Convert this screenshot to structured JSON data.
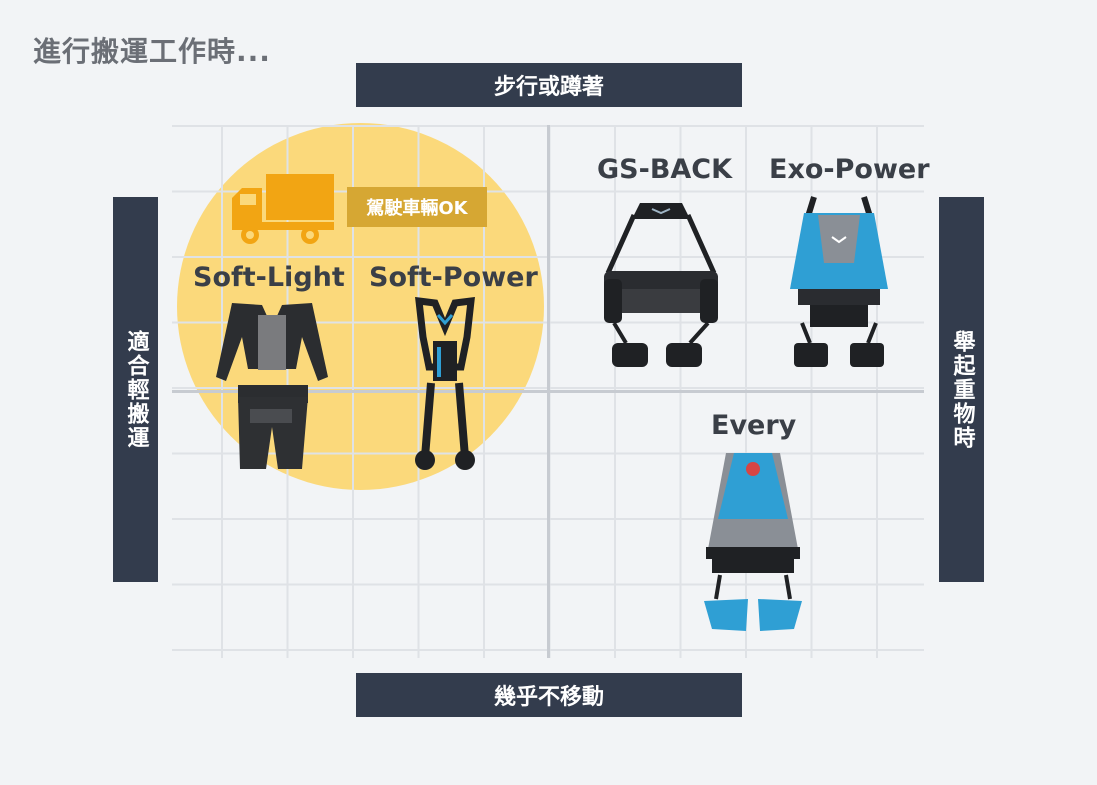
{
  "title": "進行搬運工作時...",
  "axes": {
    "top": "步行或蹲著",
    "bottom": "幾乎不移動",
    "left": "適合輕搬運",
    "right": "舉起重物時"
  },
  "badge": "駕駛車輛OK",
  "products": [
    {
      "name": "Soft-Light"
    },
    {
      "name": "Soft-Power"
    },
    {
      "name": "GS-BACK"
    },
    {
      "name": "Exo-Power"
    },
    {
      "name": "Every"
    }
  ],
  "colors": {
    "bar": "#333c4d",
    "highlight": "#fbd97b",
    "badge": "#d6a733",
    "truck": "#f2a513",
    "product_blue": "#2f9fd4"
  },
  "icons": [
    "truck-icon"
  ]
}
